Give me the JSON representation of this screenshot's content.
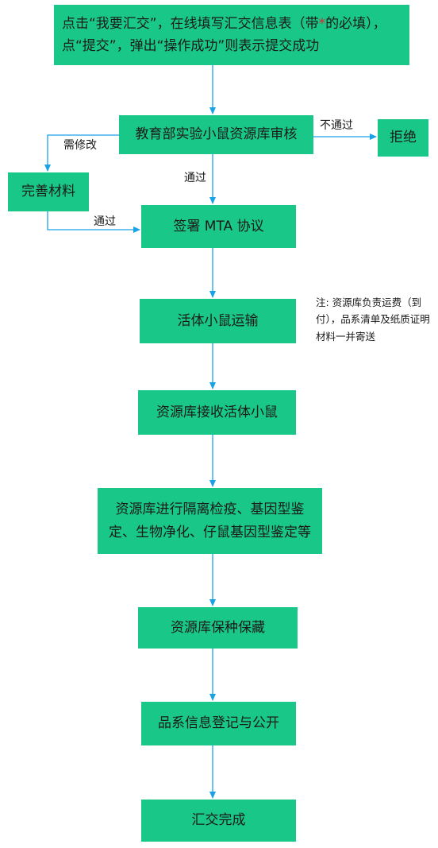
{
  "colors": {
    "box_fill": "#19c788",
    "arrow": "#1aa2e8",
    "required_star": "#e8202a",
    "text": "#1a1a1a"
  },
  "step1": {
    "before_star": "点击“我要汇交”，在线填写汇交信息表（带",
    "star": "*",
    "after_star": "的必填），\n点“提交”，弹出“操作成功”则表示提交成功"
  },
  "review_box": "教育部实验小鼠资源库审核",
  "reject_box": "拒绝",
  "improve_box": "完善材料",
  "mta_box": "签署 MTA 协议",
  "transport_box": "活体小鼠运输",
  "receive_box": "资源库接收活体小鼠",
  "quarantine_box": "资源库进行隔离检疫、基因型鉴\n定、生物净化、仔鼠基因型鉴定等",
  "preserve_box": "资源库保种保藏",
  "register_box": "品系信息登记与公开",
  "complete_box": "汇交完成",
  "labels": {
    "not_passed": "不通过",
    "needs_revision": "需修改",
    "passed_main": "通过",
    "passed_revision": "通过"
  },
  "note": "注: 资源库负责运费（到付），品系清单及纸质证明材料一并寄送"
}
